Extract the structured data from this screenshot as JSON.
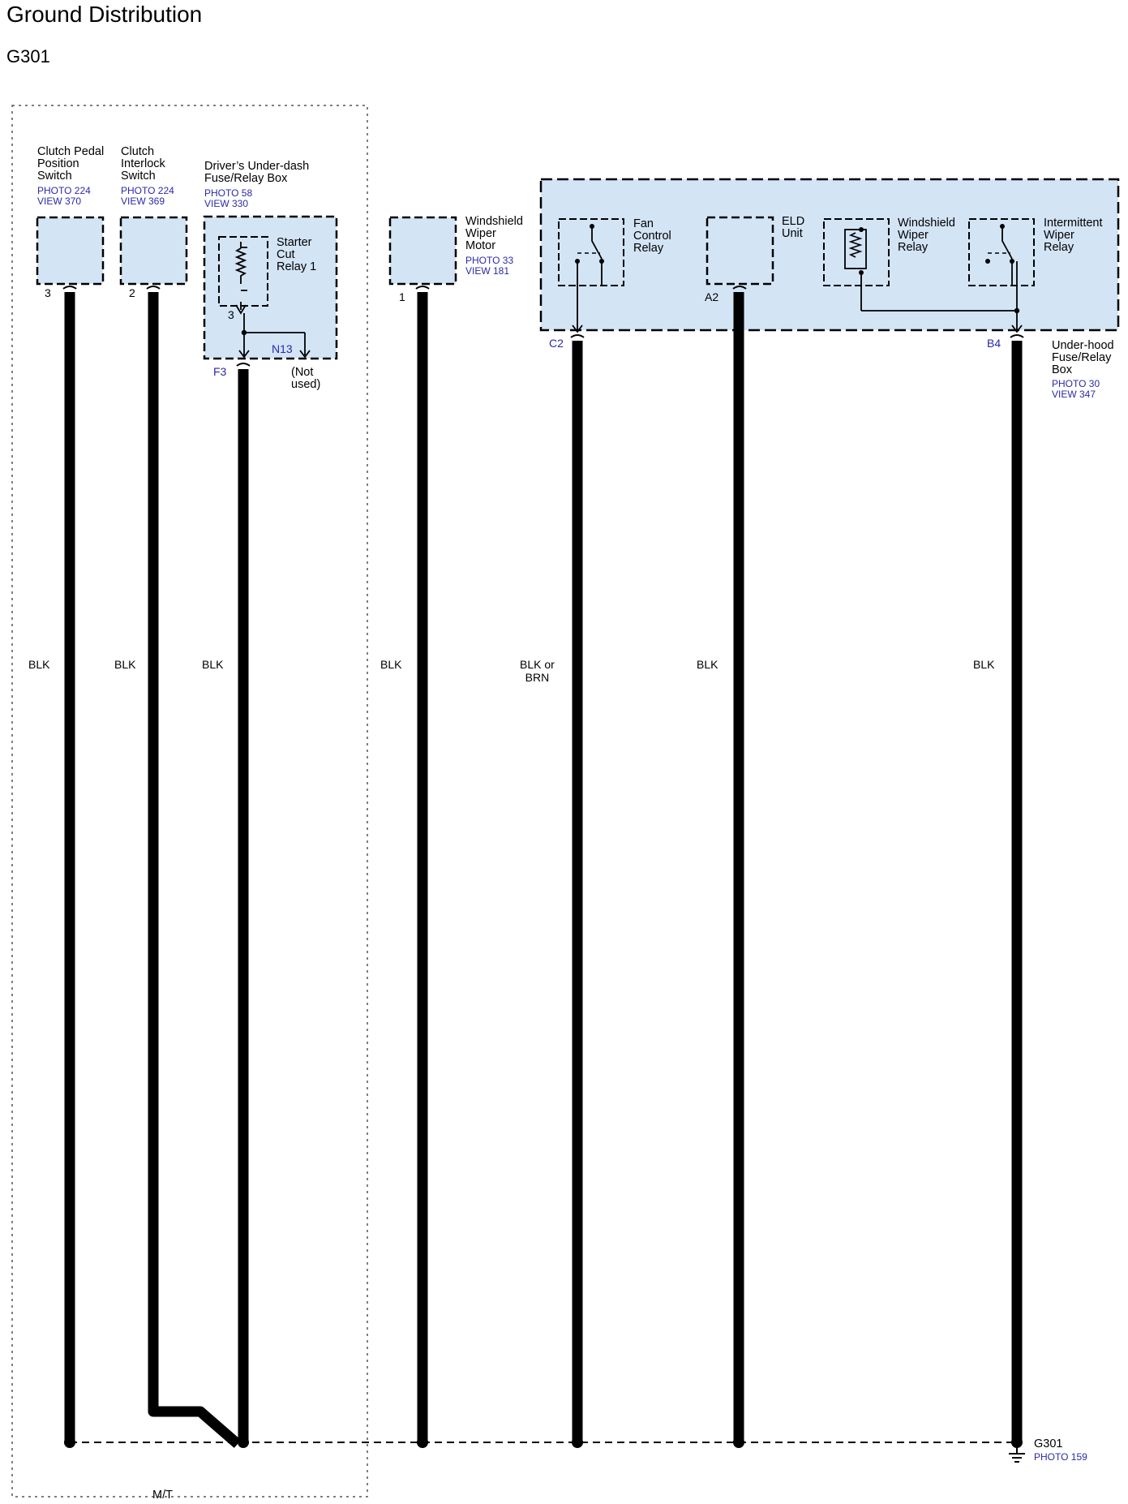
{
  "header": {
    "title": "Ground Distribution",
    "subtitle": "G301"
  },
  "components": {
    "clutch_pedal": {
      "name": "Clutch Pedal\nPosition\nSwitch",
      "ref": "PHOTO 224\nVIEW 370",
      "pin": "3"
    },
    "clutch_interlock": {
      "name": "Clutch\nInterlock\nSwitch",
      "ref": "PHOTO 224\nVIEW 369",
      "pin": "2"
    },
    "underdash_box": {
      "name": "Driver’s Under-dash\nFuse/Relay Box",
      "ref": "PHOTO 58\nVIEW 330",
      "pin": "F3",
      "pin_n": "N13",
      "not_used": "(Not\nused)"
    },
    "starter_relay": {
      "name": "Starter\nCut\nRelay 1",
      "pin": "3"
    },
    "wiper_motor": {
      "name": "Windshield\nWiper\nMotor",
      "ref": "PHOTO 33\nVIEW 181",
      "pin": "1"
    },
    "fan_relay": {
      "name": "Fan\nControl\nRelay"
    },
    "eld_unit": {
      "name": "ELD\nUnit",
      "pin": "A2"
    },
    "wiper_relay": {
      "name": "Windshield\nWiper\nRelay"
    },
    "intermittent_relay": {
      "name": "Intermittent\nWiper\nRelay"
    },
    "underhood_box": {
      "name": "Under-hood\nFuse/Relay\nBox",
      "ref": "PHOTO 30\nVIEW 347",
      "pin_c": "C2",
      "pin_b": "B4"
    }
  },
  "wires": {
    "w1": "BLK",
    "w2": "BLK",
    "w3": "BLK",
    "w4": "BLK",
    "w5": "BLK or\nBRN",
    "w6": "BLK",
    "w7": "BLK"
  },
  "ground": {
    "name": "G301",
    "ref": "PHOTO 159"
  },
  "option_label": "M/T",
  "colors": {
    "component_fill": "#d3e4f5",
    "ref_text": "#2a2aa8",
    "wire": "#000000"
  }
}
